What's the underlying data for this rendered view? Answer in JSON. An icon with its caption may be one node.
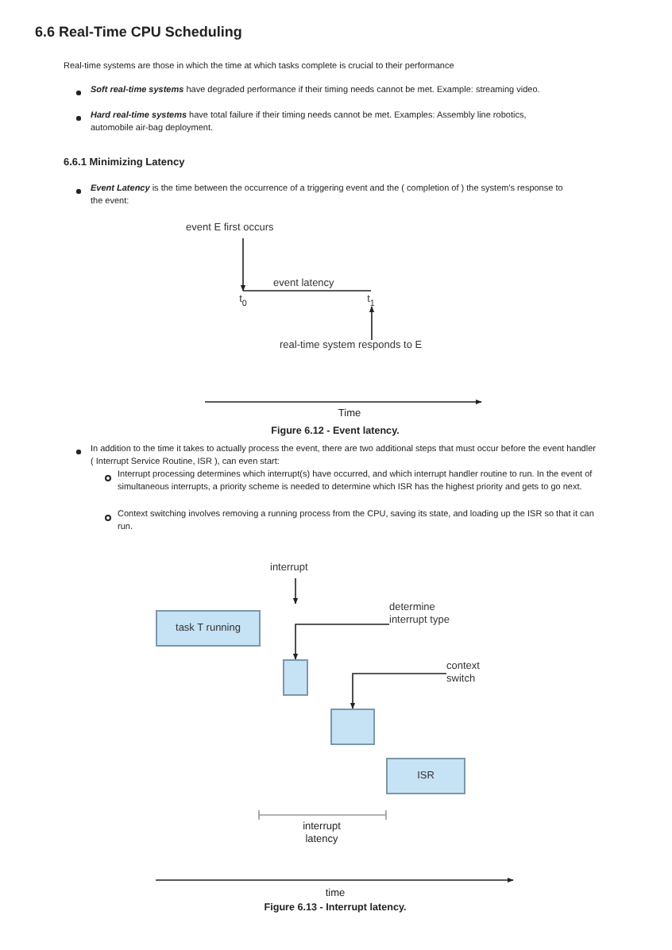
{
  "diagram": {
    "title": "6.6 Real-Time CPU Scheduling",
    "nodes": [
      {
        "text": [
          "event E first occurs"
        ]
      },
      {
        "text": [
          "t$_{0}$"
        ]
      },
      {
        "text": [
          "t$_{1}$"
        ]
      },
      {
        "text": [
          "real-time system responds to E"
        ]
      },
      {
        "text": [
          "interrupt"
        ]
      },
      {
        "text": [
          "task T running"
        ]
      },
      {
        "text": [],
        "shape": "box"
      },
      {
        "text": [
          "determine interrupt type"
        ]
      },
      {
        "text": [],
        "shape": "box"
      },
      {
        "text": [
          "context switch"
        ]
      },
      {
        "text": [
          "ISR"
        ]
      }
    ],
    "edges": [
      {
        "from": 0,
        "to": 1,
        "arrow": "to"
      },
      {
        "from": 1,
        "to": 2,
        "arrow": "none",
        "label": "event latency"
      },
      {
        "from": 3,
        "to": 2,
        "arrow": "to"
      },
      {
        "from": 4,
        "to": null,
        "arrow": "to"
      },
      {
        "from": 7,
        "to": 6,
        "arrow": "to"
      },
      {
        "from": 9,
        "to": 8,
        "arrow": "to"
      }
    ],
    "labels": [
      "Real-time systems are those in which the time at which tasks complete is crucial to their performance",
      "**Soft real-time systems** have degraded performance if their timing needs cannot be met. Example: streaming video.",
      "**Hard real-time systems** have total failure if their timing needs cannot be met. Examples: Assembly line robotics, automobile air-bag deployment.",
      "6.6.1 Minimizing Latency",
      "**Event Latency** is the time between the occurrence of a triggering event and the ( completion of ) the system's response to the event:",
      "Time",
      "Figure 6.12 - Event latency.",
      "In addition to the time it takes to actually process the event, there are two additional steps that must occur before the event handler ( Interrupt Service Routine, ISR ), can even start:",
      "Interrupt processing determines which interrupt(s) have occurred, and which interrupt handler routine to run. In the event of simultaneous interrupts, a priority scheme is needed to determine which ISR has the highest priority and gets to go next.",
      "Context switching involves removing a running process from the CPU, saving its state, and loading up the ISR so that it can run.",
      "interrupt latency",
      "time",
      "Figure 6.13 - Interrupt latency."
    ]
  }
}
